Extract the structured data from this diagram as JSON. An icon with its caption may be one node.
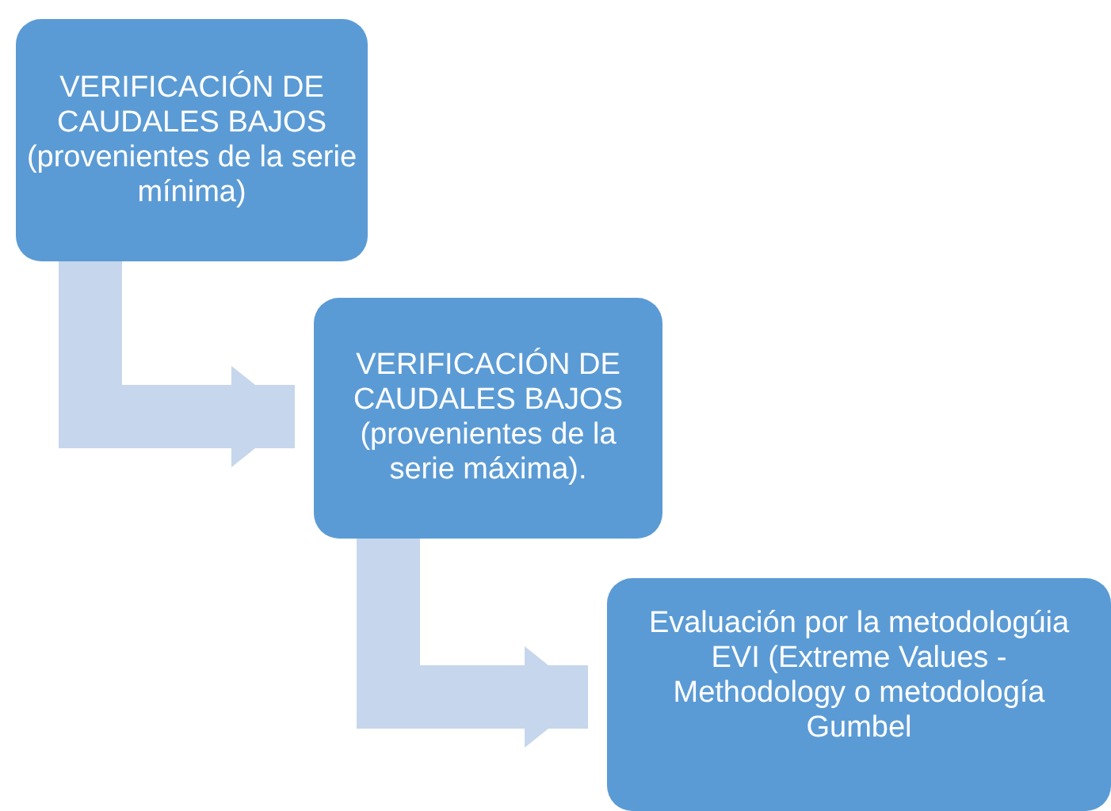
{
  "diagram": {
    "nodes": [
      {
        "text": [
          "VERIFICACIÓN DE CAUDALES BAJOS (provenientes de la serie mínima)"
        ]
      },
      {
        "text": [
          "VERIFICACIÓN DE CAUDALES BAJOS (provenientes de la serie máxima)."
        ]
      },
      {
        "text": [
          "Evaluación por la metodologúia EVI (Extreme Values - Methodology o metodología Gumbel"
        ]
      }
    ],
    "edges": [
      {
        "from": 0,
        "to": 1,
        "arrow": "to"
      },
      {
        "from": 1,
        "to": 2,
        "arrow": "to"
      }
    ]
  }
}
